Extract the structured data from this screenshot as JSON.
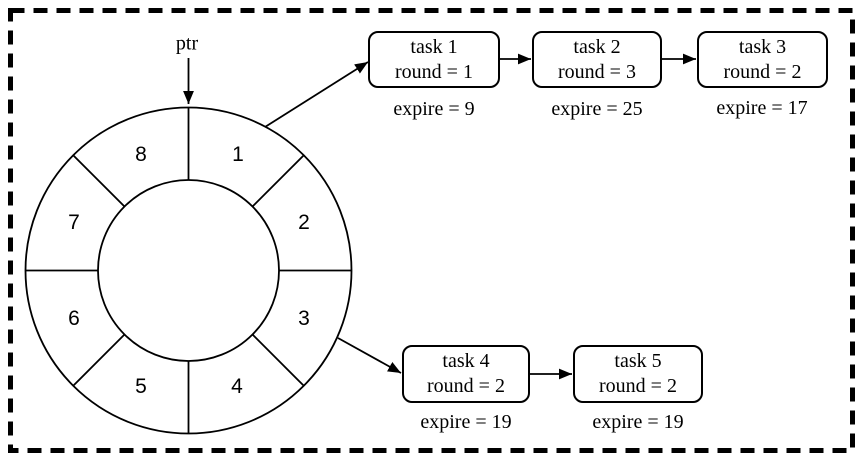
{
  "colors": {
    "stroke": "#000000",
    "background": "#ffffff"
  },
  "pointer": {
    "label": "ptr"
  },
  "wheel": {
    "slots": [
      "1",
      "2",
      "3",
      "4",
      "5",
      "6",
      "7",
      "8"
    ]
  },
  "tasks": [
    {
      "name": "task 1",
      "round": "round = 1",
      "expire": "expire = 9"
    },
    {
      "name": "task 2",
      "round": "round = 3",
      "expire": "expire = 25"
    },
    {
      "name": "task 3",
      "round": "round = 2",
      "expire": "expire = 17"
    },
    {
      "name": "task 4",
      "round": "round = 2",
      "expire": "expire = 19"
    },
    {
      "name": "task 5",
      "round": "round = 2",
      "expire": "expire = 19"
    }
  ]
}
